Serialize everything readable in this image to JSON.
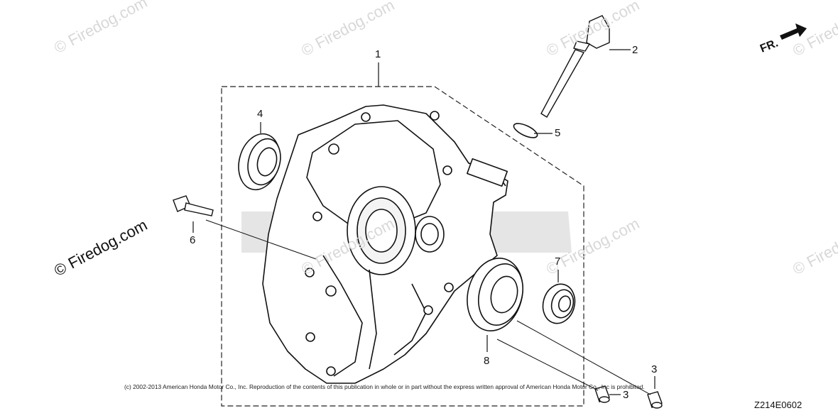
{
  "watermarks": {
    "small": [
      "© Firedog.com",
      "© Firedog.com",
      "© Firedog.com",
      "© Firedog.com",
      "© Firedog.com",
      "© Firedog.com",
      "© Firedog.com"
    ],
    "large": "© Firedog.com"
  },
  "direction_label": "FR.",
  "callouts": {
    "n1": "1",
    "n2": "2",
    "n3a": "3",
    "n3b": "3",
    "n4": "4",
    "n5": "5",
    "n6": "6",
    "n7": "7",
    "n8": "8"
  },
  "copyright": "(c) 2002-2013 American Honda Motor Co., Inc. Reproduction of the contents of this publication in whole or in part without the express written approval of American Honda Motor Co., Inc is prohibited.",
  "diagram_code": "Z214E0602",
  "parts": [
    {
      "ref": "1",
      "name": "crankcase-cover"
    },
    {
      "ref": "2",
      "name": "oil-dipstick"
    },
    {
      "ref": "3",
      "name": "dowel-pin"
    },
    {
      "ref": "4",
      "name": "oil-seal"
    },
    {
      "ref": "5",
      "name": "o-ring"
    },
    {
      "ref": "6",
      "name": "flange-bolt"
    },
    {
      "ref": "7",
      "name": "small-bearing"
    },
    {
      "ref": "8",
      "name": "ball-bearing"
    }
  ]
}
